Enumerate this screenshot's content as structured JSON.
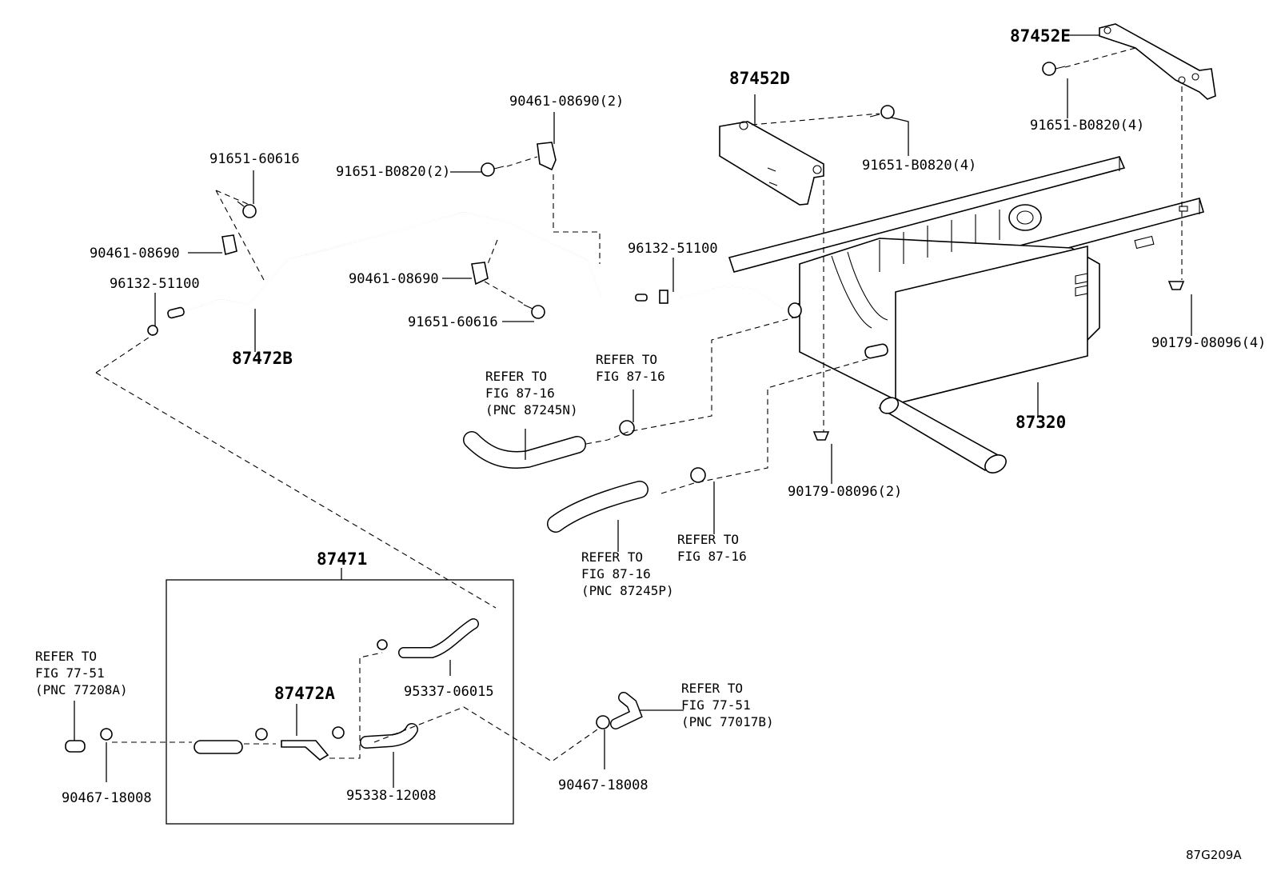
{
  "diagram_id": "87G209A",
  "parts": {
    "p87452E": "87452E",
    "p87452D": "87452D",
    "p91651_b0820_4a": "91651-B0820(4)",
    "p91651_b0820_4b": "91651-B0820(4)",
    "p91651_b0820_2": "91651-B0820(2)",
    "p90461_08690_2": "90461-08690(2)",
    "p91651_60616a": "91651-60616",
    "p91651_60616b": "91651-60616",
    "p90461_08690a": "90461-08690",
    "p90461_08690b": "90461-08690",
    "p96132_51100a": "96132-51100",
    "p96132_51100b": "96132-51100",
    "p87472B": "87472B",
    "p90179_08096_4": "90179-08096(4)",
    "p90179_08096_2": "90179-08096(2)",
    "p87320": "87320",
    "p87471": "87471",
    "p87472A": "87472A",
    "p95337_06015": "95337-06015",
    "p95338_12008": "95338-12008",
    "p90467_18008a": "90467-18008",
    "p90467_18008b": "90467-18008"
  },
  "refs": {
    "r1": [
      "REFER TO",
      "FIG 87-16",
      "(PNC 87245N)"
    ],
    "r2": [
      "REFER TO",
      "FIG 87-16"
    ],
    "r3": [
      "REFER TO",
      "FIG 87-16",
      "(PNC 87245P)"
    ],
    "r4": [
      "REFER TO",
      "FIG 87-16"
    ],
    "r5": [
      "REFER TO",
      "FIG 77-51",
      "(PNC 77208A)"
    ],
    "r6": [
      "REFER TO",
      "FIG 77-51",
      "(PNC 77017B)"
    ]
  }
}
